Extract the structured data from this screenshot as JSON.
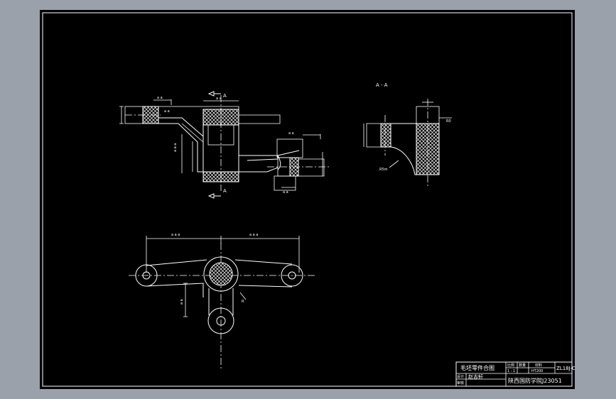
{
  "drawing": {
    "section_marks": {
      "top": "A",
      "bottom": "A",
      "view_title": "A - A"
    },
    "dim_notes": {
      "radius_note": "R5m",
      "chamfer_note": "R0"
    },
    "colors": {
      "background": "#000000",
      "frame_outer": "#9aa1ab",
      "lines": "#ffffff"
    }
  },
  "title_block": {
    "part_name": "毛坯零件合图",
    "material": "ZL18J-C",
    "headers": [
      "比例",
      "数量",
      "材料"
    ],
    "scale_row": [
      "1 : 1",
      "",
      "HT200"
    ],
    "designer_label": "设计",
    "designer_name": "赵吉轩",
    "checker_label": "审核",
    "school": "陕西国防学院J23051"
  }
}
